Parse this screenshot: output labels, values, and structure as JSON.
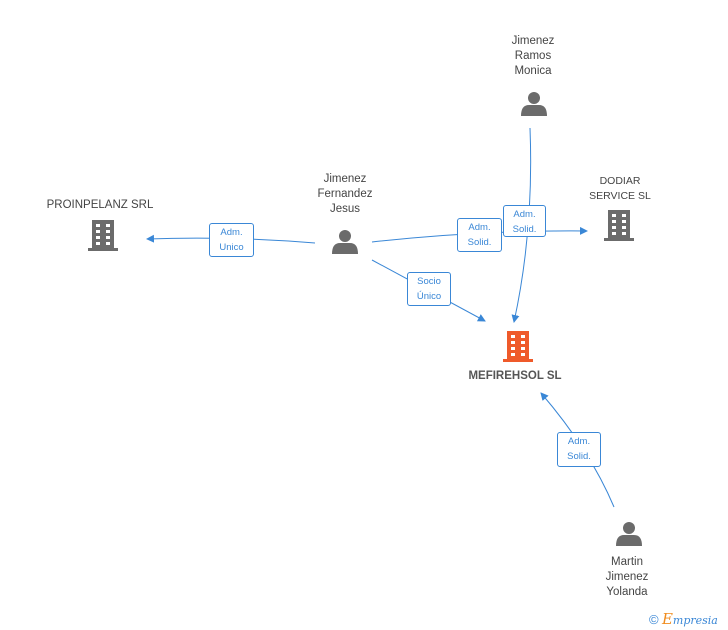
{
  "colors": {
    "edge": "#3a87d6",
    "person_icon": "#6b6b6b",
    "company_icon": "#6b6b6b",
    "main_company_icon": "#ef5a2a"
  },
  "nodes": {
    "proinpelanz": {
      "label": "PROINPELANZ SRL",
      "icon": "building-icon"
    },
    "jimenez_fernandez": {
      "lines": [
        "Jimenez",
        "Fernandez",
        "Jesus"
      ],
      "icon": "person-icon"
    },
    "jimenez_ramos": {
      "lines": [
        "Jimenez",
        "Ramos",
        "Monica"
      ],
      "icon": "person-icon"
    },
    "dodiar": {
      "lines": [
        "DODIAR",
        "SERVICE SL"
      ],
      "icon": "building-icon"
    },
    "mefirehsol": {
      "label": "MEFIREHSOL SL",
      "icon": "building-icon"
    },
    "martin_jimenez": {
      "lines": [
        "Martin",
        "Jimenez",
        "Yolanda"
      ],
      "icon": "person-icon"
    }
  },
  "edges": {
    "adm_unico": {
      "lines": [
        "Adm.",
        "Unico"
      ]
    },
    "adm_solid_fernandez": {
      "lines": [
        "Adm.",
        "Solid."
      ]
    },
    "adm_solid_ramos": {
      "lines": [
        "Adm.",
        "Solid."
      ]
    },
    "socio_unico": {
      "lines": [
        "Socio",
        "Único"
      ]
    },
    "adm_solid_martin": {
      "lines": [
        "Adm.",
        "Solid."
      ]
    }
  },
  "footer": {
    "copyright": "©",
    "brand_initial": "E",
    "brand_rest": "mpresia"
  }
}
